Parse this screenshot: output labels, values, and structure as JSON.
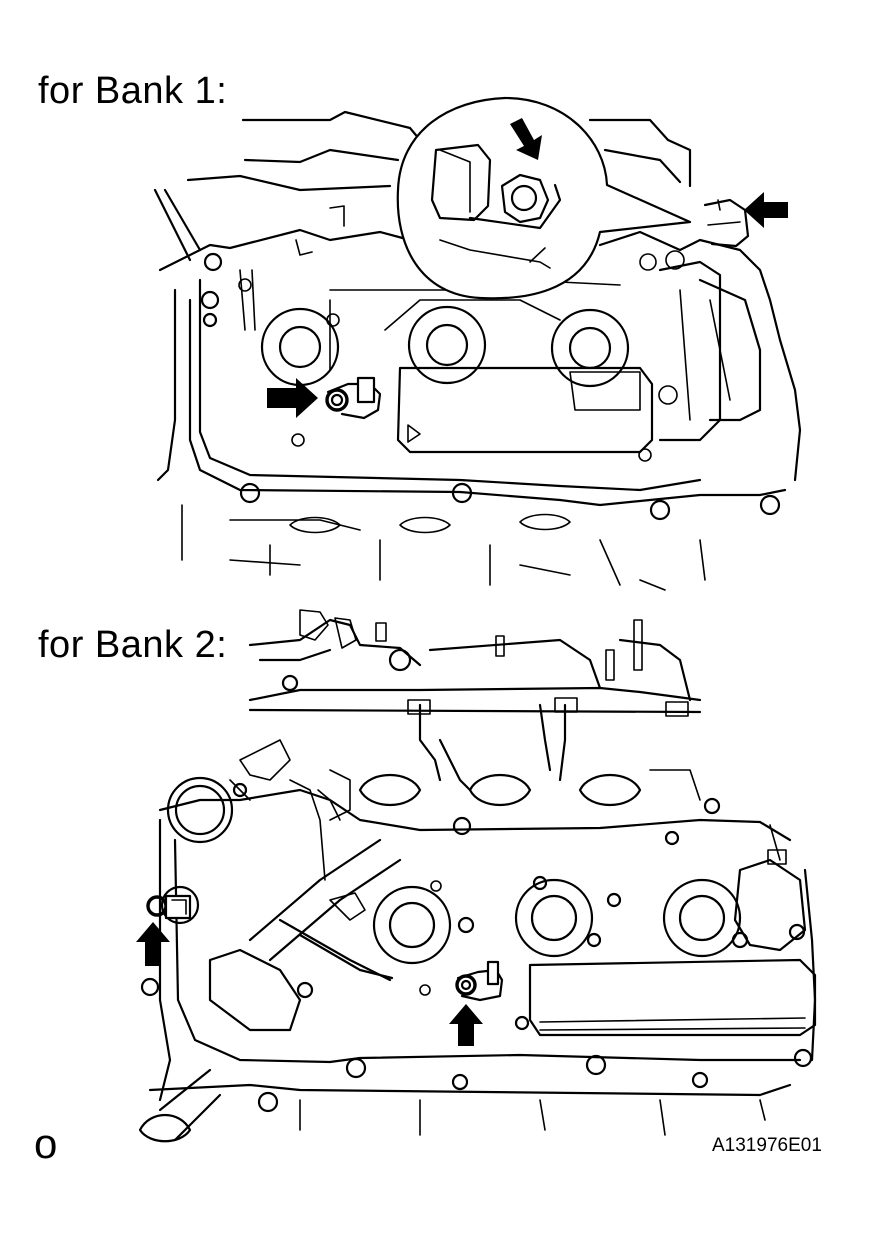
{
  "bank1": {
    "label": "for Bank 1:"
  },
  "bank2": {
    "label": "for Bank 2:"
  },
  "page_mark": "o",
  "figure_id": "A131976E01",
  "icons": [
    "arrow-icon"
  ]
}
